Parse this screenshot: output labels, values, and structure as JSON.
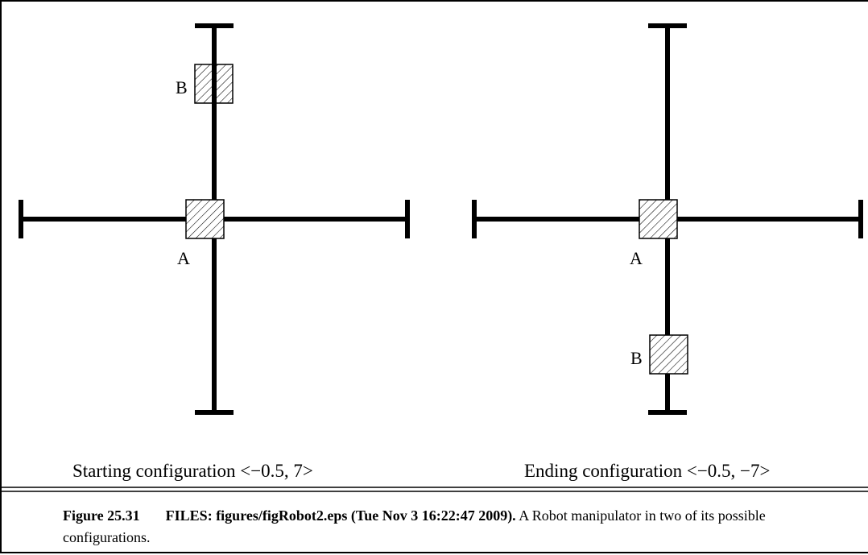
{
  "diagram": {
    "panels": [
      {
        "caption": "Starting configuration <−0.5, 7>",
        "joint_label": "A",
        "end_label": "B"
      },
      {
        "caption": "Ending configuration <−0.5, −7>",
        "joint_label": "A",
        "end_label": "B"
      }
    ]
  },
  "figure_caption": {
    "number": "Figure 25.31",
    "files": "FILES: figures/figRobot2.eps (Tue Nov 3 16:22:47 2009).",
    "text": "A Robot manipulator in two of its possible configurations."
  }
}
